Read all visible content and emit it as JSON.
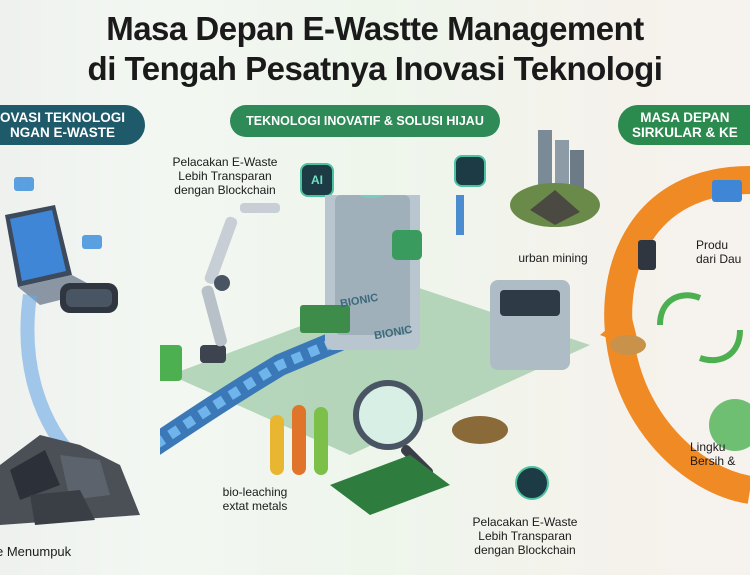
{
  "title": {
    "line1": "Masa Depan E-Wastte Management",
    "line2": "di Tengah Pesatnya Inovasi Teknologi"
  },
  "left_panel": {
    "banner_line1": "OVASI TEKNOLOGI",
    "banner_line2": "NGAN E-WASTE",
    "bottom_label": "e Menumpuk"
  },
  "center_panel": {
    "banner": "TEKNOLOGI INOVATIF & SOLUSI HIJAU",
    "blockchain_top": [
      "Pelacakan E-Waste",
      "Lebih Transparan",
      "dengan Blockchain"
    ],
    "ai_badge": "AI",
    "machine_label1": "BIONIC",
    "machine_label2": "BIONIC",
    "urban_mining": "urban mining",
    "bio_leaching": [
      "bio-leaching",
      "extat metals"
    ],
    "blockchain_bottom": [
      "Pelacakan E-Waste",
      "Lebih Transparan",
      "dengan Blockchain"
    ]
  },
  "right_panel": {
    "banner_line1": "MASA DEPAN",
    "banner_line2": "SIRKULAR & KE",
    "produk": [
      "Produ",
      "dari Dau"
    ],
    "lingkungan": [
      "Lingku",
      "Bersih &"
    ]
  },
  "colors": {
    "left_banner": "#1f5a6b",
    "center_banner": "#2e8b57",
    "right_banner": "#2b8a4e",
    "circle_orange": "#f08a24",
    "circle_green": "#4caf50",
    "conveyor_blue": "#3a78b8"
  }
}
